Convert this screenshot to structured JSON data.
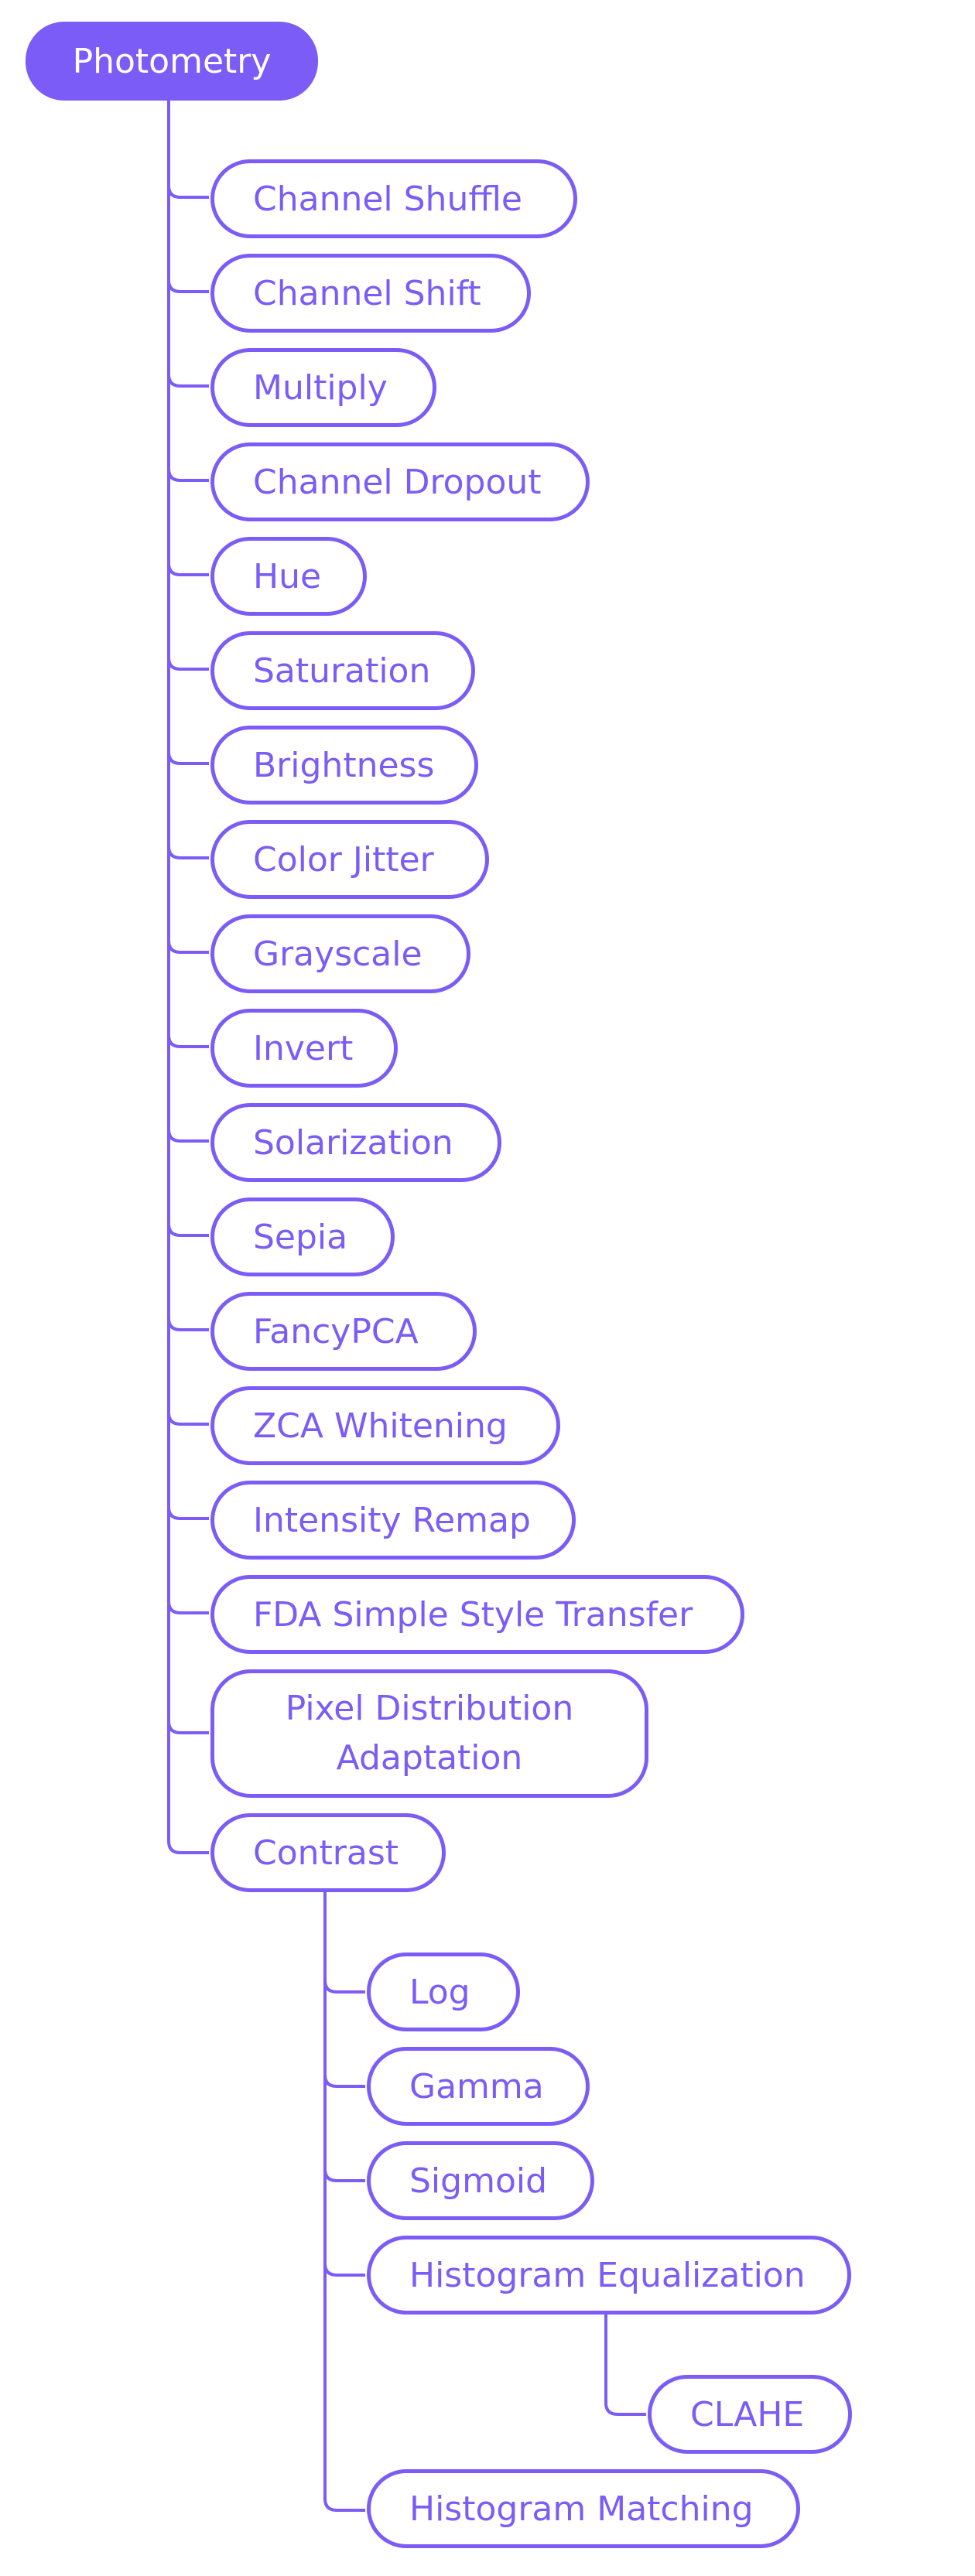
{
  "root": {
    "label": "Photometry"
  },
  "children": [
    {
      "label": "Channel Shuffle"
    },
    {
      "label": "Channel Shift"
    },
    {
      "label": "Multiply"
    },
    {
      "label": "Channel Dropout"
    },
    {
      "label": "Hue"
    },
    {
      "label": "Saturation"
    },
    {
      "label": "Brightness"
    },
    {
      "label": "Color Jitter"
    },
    {
      "label": "Grayscale"
    },
    {
      "label": "Invert"
    },
    {
      "label": "Solarization"
    },
    {
      "label": "Sepia"
    },
    {
      "label": "FancyPCA"
    },
    {
      "label": "ZCA Whitening"
    },
    {
      "label": "Intensity Remap"
    },
    {
      "label": "FDA Simple Style Transfer"
    },
    {
      "label": "Pixel Distribution Adaptation"
    },
    {
      "label": "Contrast",
      "children": [
        {
          "label": "Log"
        },
        {
          "label": "Gamma"
        },
        {
          "label": "Sigmoid"
        },
        {
          "label": "Histogram Equalization",
          "children": [
            {
              "label": "CLAHE"
            }
          ]
        },
        {
          "label": "Histogram Matching"
        }
      ]
    }
  ],
  "colors": {
    "accent": "#7b5cf6",
    "background": "#ffffff"
  }
}
